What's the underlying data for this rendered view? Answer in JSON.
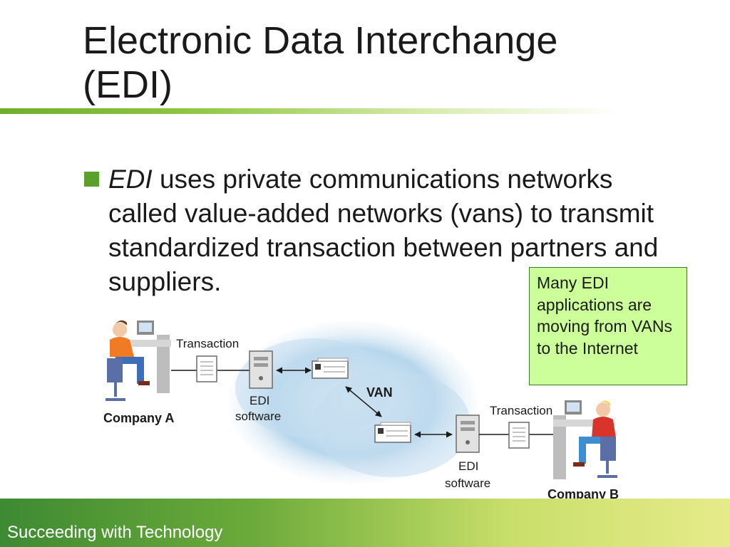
{
  "slide": {
    "title_line1": "Electronic Data Interchange",
    "title_line2": "(EDI)",
    "bullet_lead": "EDI",
    "bullet_text": " uses private communications networks called value-added networks (vans) to transmit standardized transaction between partners and suppliers.",
    "callout_text": "Many EDI applications are moving from VANs to the Internet",
    "footer_text": "Succeeding with Technology"
  },
  "diagram": {
    "transaction_left": "Transaction",
    "transaction_right": "Transaction",
    "edi_left_line1": "EDI",
    "edi_left_line2": "software",
    "edi_right_line1": "EDI",
    "edi_right_line2": "software",
    "van_label": "VAN",
    "company_a": "Company A",
    "company_b": "Company B"
  },
  "colors": {
    "accent_green": "#59a12a",
    "callout_fill": "#ccff99",
    "van_cloud": "#a9cde6"
  }
}
